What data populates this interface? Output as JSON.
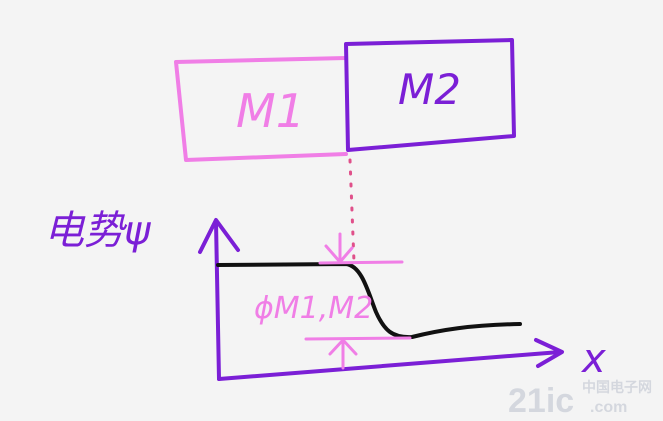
{
  "blocks": {
    "m1": {
      "label": "M1"
    },
    "m2": {
      "label": "M2"
    }
  },
  "axis": {
    "y_label": "电势ψ",
    "x_label": "x"
  },
  "annotation": {
    "phi_label": "ϕM1,M2"
  },
  "watermark": {
    "brand": "21ic",
    "cn": "中国电子网",
    "url": ".com"
  },
  "colors": {
    "purple": "#7b1fd6",
    "pink": "#f07ee6",
    "black": "#111111",
    "background": "#f4f4f4"
  }
}
